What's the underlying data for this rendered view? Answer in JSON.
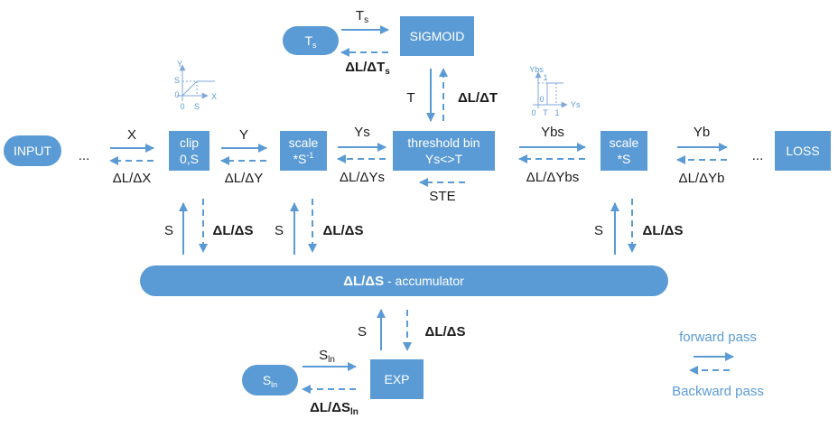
{
  "nodes": {
    "input": "INPUT",
    "clip": [
      "clip",
      "0,S"
    ],
    "scale_inv": [
      "scale",
      "*S",
      "-1"
    ],
    "threshold": [
      "threshold bin",
      "Ys<>T"
    ],
    "scale": [
      "scale",
      "*S"
    ],
    "loss": "LOSS",
    "sigmoid": "SIGMOID",
    "ts": [
      "T",
      "s"
    ],
    "accumulator": [
      "ΔL/ΔS",
      " - accumulator"
    ],
    "exp": "EXP",
    "sln": [
      "S",
      "ln"
    ]
  },
  "labels": {
    "dots": "...",
    "x": "X",
    "dl_dx": "ΔL/ΔX",
    "y": "Y",
    "dl_dy": "ΔL/ΔY",
    "ys": "Ys",
    "dl_dys": "ΔL/ΔYs",
    "ybs": "Ybs",
    "dl_dybs": "ΔL/ΔYbs",
    "yb": "Yb",
    "dl_dyb": "ΔL/ΔYb",
    "ste": "STE",
    "t": "T",
    "dl_dt": "ΔL/ΔT",
    "ts_top": [
      "T",
      "s"
    ],
    "dl_dts": [
      "ΔL/ΔT",
      "s"
    ],
    "s": "S",
    "dl_ds": "ΔL/ΔS",
    "sln_top": [
      "S",
      "ln"
    ],
    "dl_dsln": [
      "ΔL/ΔS",
      "ln"
    ]
  },
  "clip_plot": {
    "y": "Y",
    "x": "X",
    "s_axis": "S",
    "zero_axis": "0",
    "zero_origin": "0",
    "s_tick": "S"
  },
  "step_plot": {
    "ybs": "Ybs",
    "one_axis": "1",
    "zero_axis": "0",
    "ys": "Ys",
    "zero_origin": "0",
    "t_tick": "T",
    "one_tick": "1"
  },
  "legend": {
    "forward": "forward pass",
    "backward": "Backward pass"
  },
  "colors": {
    "accent": "#5B9BD5"
  }
}
